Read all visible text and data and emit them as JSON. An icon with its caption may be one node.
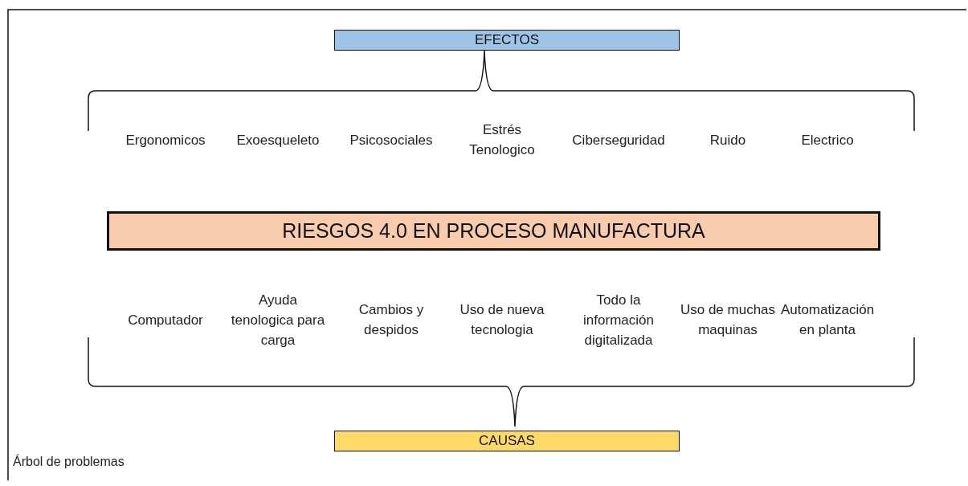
{
  "diagram": {
    "caption": "Árbol de problemas",
    "nodes": [
      {
        "text": [
          "EFECTOS"
        ]
      },
      {
        "text": [
          "RIESGOS 4.0 EN PROCESO MANUFACTURA"
        ]
      },
      {
        "text": [
          "CAUSAS"
        ]
      }
    ],
    "labels": [
      "Ergonomicos",
      "Exoesqueleto",
      "Psicosociales",
      "Estrés Tenologico",
      "Ciberseguridad",
      "Ruido",
      "Electrico",
      "Computador",
      "Ayuda tenologica para carga",
      "Cambios y despidos",
      "Uso de nueva tecnologia",
      "Todo la información digitalizada",
      "Uso de muchas maquinas",
      "Automatización en planta"
    ]
  }
}
